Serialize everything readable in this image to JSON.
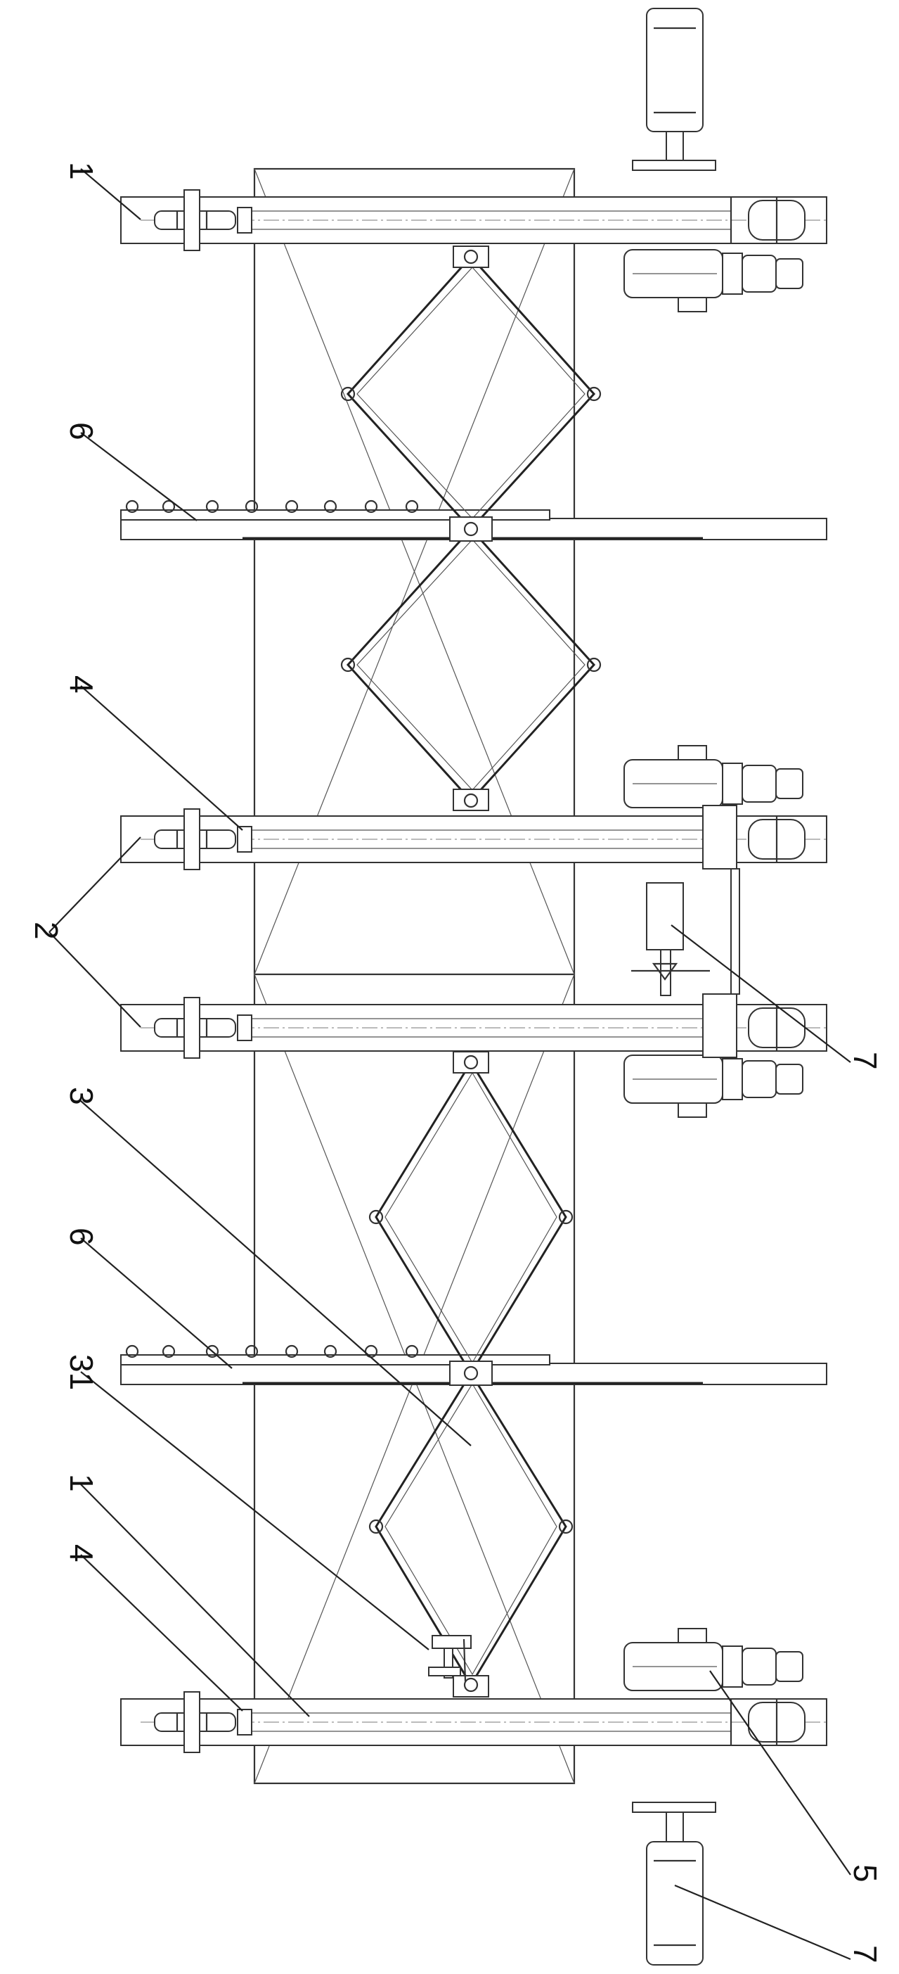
{
  "reference_numerals": {
    "r1_top": "1",
    "r6_top": "6",
    "r4_top": "4",
    "r2": "2",
    "r3": "3",
    "r6_bottom": "6",
    "r31": "31",
    "r1_bottom": "1",
    "r4_bottom": "4",
    "r7_middle": "7",
    "r5": "5",
    "r7_bottom": "7"
  },
  "colors": {
    "line": "#333333",
    "background": "#ffffff"
  }
}
